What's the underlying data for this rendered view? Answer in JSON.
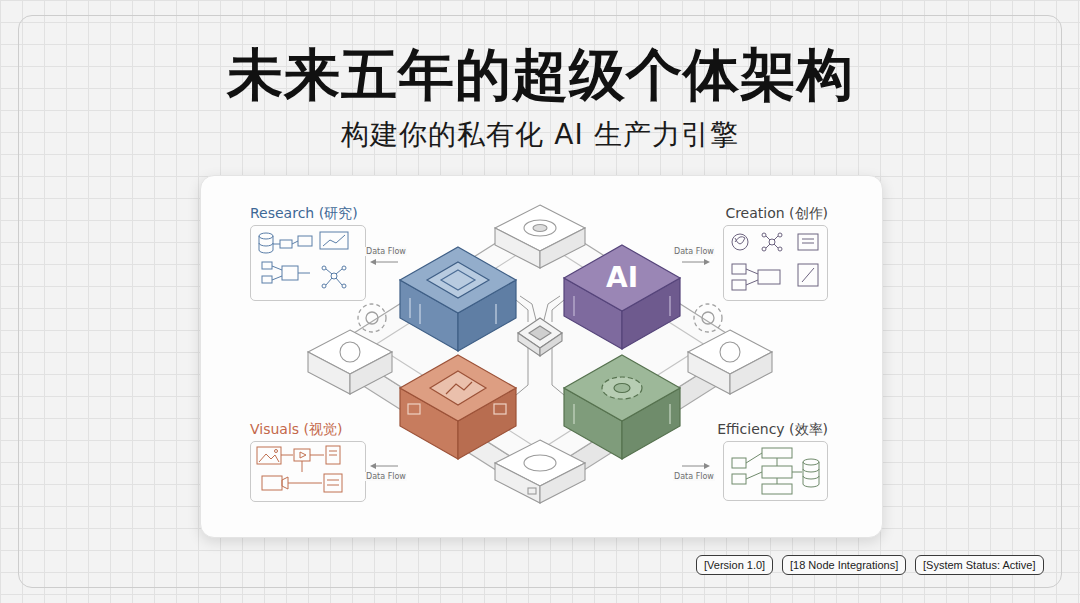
{
  "diagram": {
    "title": "未来五年的超级个体架构",
    "caption": "构建你的私有化 AI 生产力引擎",
    "nodes": [
      {
        "text": [
          "Research (研究)"
        ]
      },
      {
        "text": [
          "Creation (创作)"
        ]
      },
      {
        "text": [
          "Visuals (视觉)"
        ]
      },
      {
        "text": [
          "Efficiency (效率)"
        ]
      },
      {
        "text": [
          "[Version 1.0]"
        ]
      },
      {
        "text": [
          "[18 Node Integrations]"
        ]
      },
      {
        "text": [
          "[System Status: Active]"
        ]
      }
    ],
    "labels": [
      "AI",
      "Data Flow",
      "Data Flow",
      "Data Flow",
      "Data Flow"
    ]
  }
}
